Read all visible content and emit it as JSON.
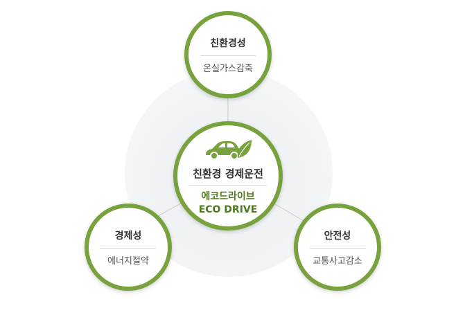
{
  "center": {
    "title": "친환경 경제운전",
    "subtitle_ko": "에코드라이브",
    "subtitle_en": "ECO DRIVE",
    "icon": "eco-car-leaf-icon"
  },
  "top": {
    "title": "친환경성",
    "subtitle": "온실가스감축"
  },
  "left": {
    "title": "경제성",
    "subtitle": "에너지절약"
  },
  "right": {
    "title": "안전성",
    "subtitle": "교통사고감소"
  },
  "colors": {
    "ring": "#78a23e",
    "accent_text": "#4d7a1c",
    "connector": "#c8c8c8"
  }
}
